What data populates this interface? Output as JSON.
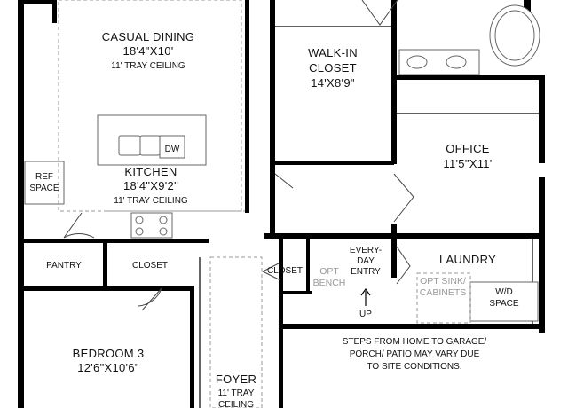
{
  "rooms": {
    "casual_dining": {
      "name": "CASUAL DINING",
      "size": "18'4\"X10'",
      "note": "11' TRAY CEILING"
    },
    "kitchen": {
      "name": "KITCHEN",
      "size": "18'4\"X9'2\"",
      "note": "11' TRAY CEILING"
    },
    "walk_in_closet": {
      "name_line1": "WALK-IN",
      "name_line2": "CLOSET",
      "size": "14'X8'9\""
    },
    "office": {
      "name": "OFFICE",
      "size": "11'5\"X11'"
    },
    "laundry": {
      "name": "LAUNDRY"
    },
    "pantry": {
      "name": "PANTRY"
    },
    "closet_left": {
      "name": "CLOSET"
    },
    "closet_center": {
      "name": "CLOSET"
    },
    "everyday_entry": {
      "line1": "EVERY-",
      "line2": "DAY",
      "line3": "ENTRY"
    },
    "bedroom_3": {
      "name": "BEDROOM 3",
      "size": "12'6\"X10'6\""
    },
    "foyer": {
      "name": "FOYER",
      "note_line1": "11' TRAY",
      "note_line2": "CEILING"
    }
  },
  "fixtures": {
    "dishwasher": "DW",
    "ref_space_line1": "REF",
    "ref_space_line2": "SPACE",
    "opt_bench_line1": "OPT",
    "opt_bench_line2": "BENCH",
    "opt_sink_line1": "OPT SINK/",
    "opt_sink_line2": "CABINETS",
    "wd_space_line1": "W/D",
    "wd_space_line2": "SPACE",
    "up": "UP"
  },
  "notes": {
    "steps_line1": "STEPS FROM HOME TO GARAGE/",
    "steps_line2": "PORCH/ PATIO MAY VARY DUE",
    "steps_line3": "TO SITE CONDITIONS."
  }
}
